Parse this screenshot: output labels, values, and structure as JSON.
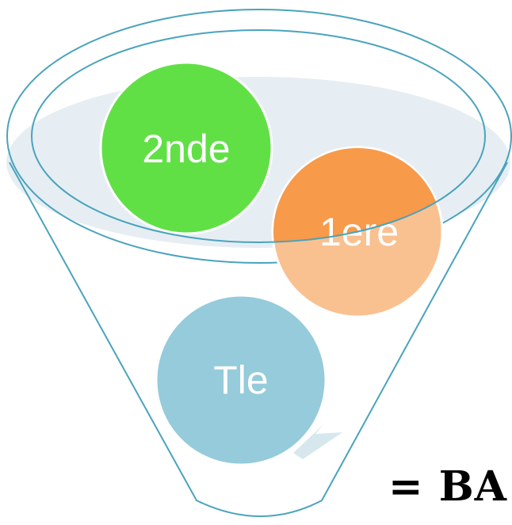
{
  "stages": [
    {
      "label": "2nde",
      "color": "#61e046"
    },
    {
      "label": "1ere",
      "color": "#f79a4a",
      "color_light": "#f9c190"
    },
    {
      "label": "Tle",
      "color": "#95cbdb"
    }
  ],
  "result": {
    "label": "= BA"
  },
  "colors": {
    "funnel_outline": "#4aa3bd",
    "funnel_fill": "#e4eef3",
    "arrow": "#cfe5ec"
  }
}
